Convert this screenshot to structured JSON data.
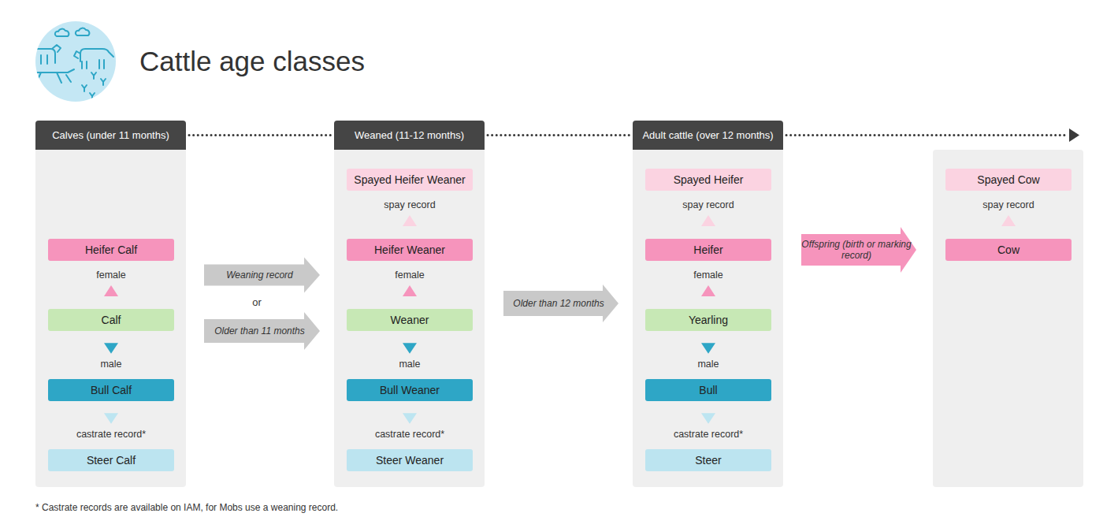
{
  "diagram": {
    "title": "Cattle age classes",
    "nodes": [
      {
        "text": [
          "Calves (under 11 months)"
        ]
      },
      {
        "text": [
          "Heifer Calf"
        ],
        "in": 0
      },
      {
        "text": [
          "Calf"
        ],
        "in": 0
      },
      {
        "text": [
          "Bull Calf"
        ],
        "in": 0
      },
      {
        "text": [
          "Steer Calf"
        ],
        "in": 0
      },
      {
        "text": [
          "Weaned (11-12 months)"
        ]
      },
      {
        "text": [
          "Spayed Heifer Weaner"
        ],
        "in": 5
      },
      {
        "text": [
          "Heifer Weaner"
        ],
        "in": 5
      },
      {
        "text": [
          "Weaner"
        ],
        "in": 5
      },
      {
        "text": [
          "Bull Weaner"
        ],
        "in": 5
      },
      {
        "text": [
          "Steer Weaner"
        ],
        "in": 5
      },
      {
        "text": [
          "Adult cattle (over 12 months)"
        ]
      },
      {
        "text": [
          "Spayed Heifer"
        ],
        "in": 11
      },
      {
        "text": [
          "Heifer"
        ],
        "in": 11
      },
      {
        "text": [
          "Yearling"
        ],
        "in": 11
      },
      {
        "text": [
          "Bull"
        ],
        "in": 11
      },
      {
        "text": [
          "Steer"
        ],
        "in": 11
      },
      {
        "text": [
          "Spayed Cow"
        ]
      },
      {
        "text": [
          "Cow"
        ]
      }
    ],
    "edges": [
      {
        "from": 0,
        "to": 5,
        "arrow": "none"
      },
      {
        "from": 5,
        "to": 11,
        "arrow": "none"
      },
      {
        "from": 0,
        "to": 5,
        "label": "Weaning record",
        "arrow": "to"
      },
      {
        "from": 0,
        "to": 5,
        "label": "Older than 11 months",
        "arrow": "to"
      },
      {
        "from": 5,
        "to": 11,
        "label": "Older than 12 months",
        "arrow": "to"
      },
      {
        "from": 13,
        "to": 18,
        "label": "Offspring (birth or marking record)",
        "arrow": "to"
      },
      {
        "from": 2,
        "to": 1,
        "label": "female",
        "arrow": "to"
      },
      {
        "from": 2,
        "to": 3,
        "label": "male",
        "arrow": "to"
      },
      {
        "from": 3,
        "to": 4,
        "label": "castrate record*",
        "arrow": "to"
      },
      {
        "from": 8,
        "to": 7,
        "label": "female",
        "arrow": "to"
      },
      {
        "from": 8,
        "to": 9,
        "label": "male",
        "arrow": "to"
      },
      {
        "from": 7,
        "to": 6,
        "label": "spay record",
        "arrow": "to"
      },
      {
        "from": 9,
        "to": 10,
        "label": "castrate record*",
        "arrow": "to"
      },
      {
        "from": 14,
        "to": 13,
        "label": "female",
        "arrow": "to"
      },
      {
        "from": 14,
        "to": 15,
        "label": "male",
        "arrow": "to"
      },
      {
        "from": 13,
        "to": 12,
        "label": "spay record",
        "arrow": "to"
      },
      {
        "from": 15,
        "to": 16,
        "label": "castrate record*",
        "arrow": "to"
      },
      {
        "from": 18,
        "to": 17,
        "label": "spay record",
        "arrow": "to"
      }
    ],
    "labels": [
      "or",
      "* Castrate records are available on IAM, for Mobs use a weaning record."
    ]
  }
}
